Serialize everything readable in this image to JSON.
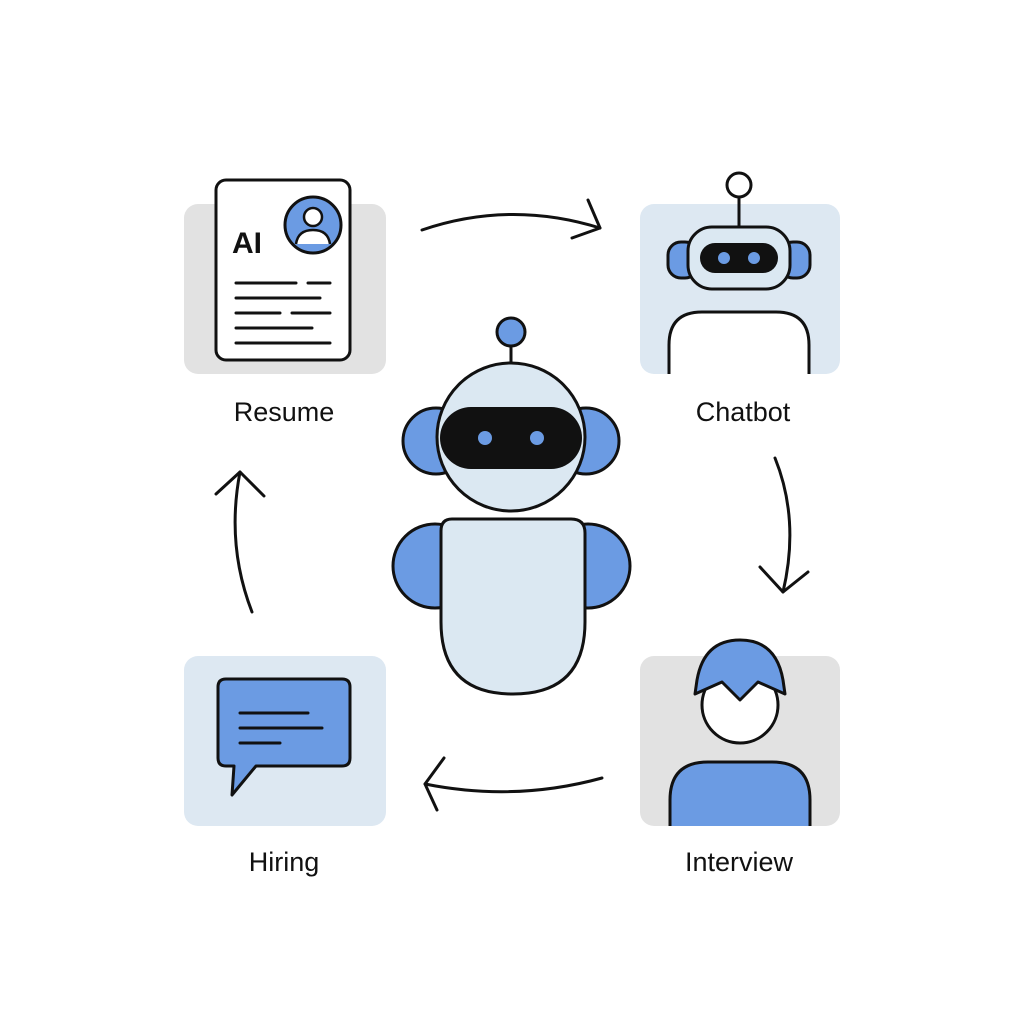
{
  "diagram": {
    "nodes": [
      {
        "id": "resume",
        "label": "Resume",
        "icon": "resume-document-icon",
        "badge": "AI"
      },
      {
        "id": "chatbot",
        "label": "Chatbot",
        "icon": "chatbot-robot-icon"
      },
      {
        "id": "interview",
        "label": "Interview",
        "icon": "person-icon"
      },
      {
        "id": "hiring",
        "label": "Hiring",
        "icon": "chat-bubble-icon"
      }
    ],
    "edges": [
      {
        "from": "resume",
        "to": "chatbot"
      },
      {
        "from": "chatbot",
        "to": "interview"
      },
      {
        "from": "interview",
        "to": "hiring"
      },
      {
        "from": "hiring",
        "to": "resume"
      }
    ],
    "center_icon": "robot-icon"
  },
  "colors": {
    "accent_blue": "#6b9be3",
    "light_blue_panel": "#dde8f2",
    "gray_panel": "#e2e2e2",
    "outline": "#111111",
    "robot_body": "#dbe8f2"
  }
}
